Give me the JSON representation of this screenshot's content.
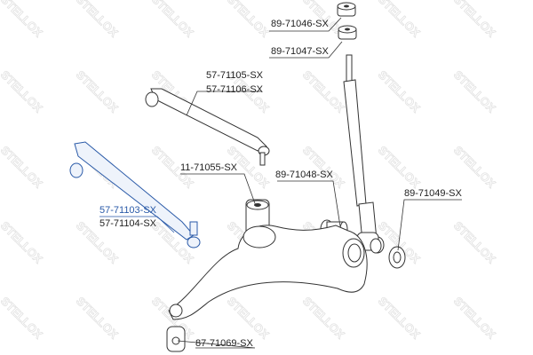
{
  "watermark": "STELLOX",
  "accent_color": "#2a5aa8",
  "selected_part": "57-71103-SX",
  "labels": {
    "p1": "89-71046-SX",
    "p2": "89-71047-SX",
    "p3": "57-71105-SX",
    "p4": "57-71106-SX",
    "p5": "11-71055-SX",
    "p6": "89-71048-SX",
    "p7": "89-71049-SX",
    "p8": "57-71103-SX",
    "p9": "57-71104-SX",
    "p10": "87-71069-SX"
  }
}
